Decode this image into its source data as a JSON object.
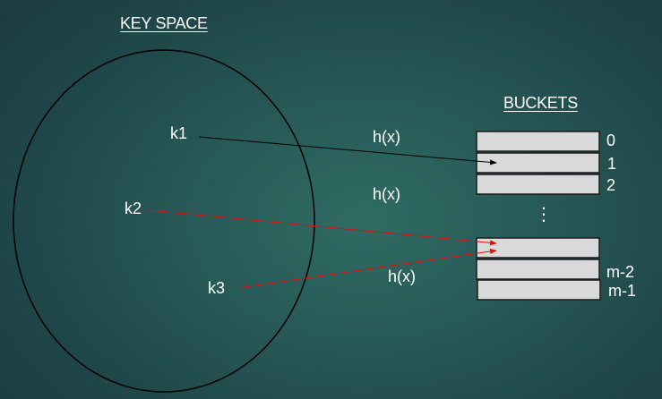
{
  "key_space": {
    "title": "KEY SPACE",
    "keys": [
      "k1",
      "k2",
      "k3"
    ]
  },
  "hash_function": {
    "labels": [
      "h(x)",
      "h(x)",
      "h(x)"
    ]
  },
  "buckets": {
    "title": "BUCKETS",
    "indices": [
      "0",
      "1",
      "2",
      "m-2",
      "m-1"
    ],
    "ellipsis": "⋮"
  },
  "colors": {
    "k1_arrow": "#000000",
    "collision_arrows": "#e01010",
    "bucket_fill": "#d9d9d9",
    "bucket_border": "#1a1a1a",
    "circle_stroke": "#000000"
  }
}
